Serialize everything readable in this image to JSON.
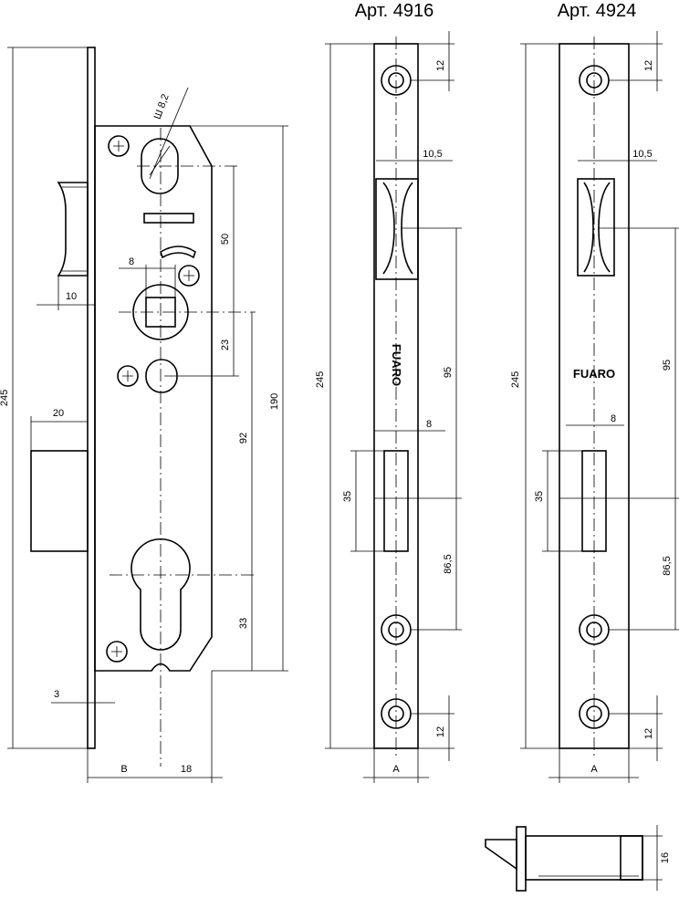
{
  "titles": {
    "art_4916": "Арт. 4916",
    "art_4924": "Арт. 4924"
  },
  "brand": "FUARO",
  "dimensions": {
    "total_height": "245",
    "strike_height": "190",
    "to_spindle": "50",
    "spindle_offset": "23",
    "cylinder_center": "92",
    "cylinder_bottom": "33",
    "latch_depth": "10",
    "bolt_width": "20",
    "faceplate_thickness": "3",
    "backset": "B",
    "center_offset": "18",
    "spindle_square": "8",
    "slot_diameter": "Ш 8,2",
    "hole_top": "12",
    "latch_window_width": "10,5",
    "window_width": "8",
    "window_height": "35",
    "latch_to_bolt": "95",
    "bolt_to_hole": "86,5",
    "hole_bottom": "12",
    "plate_width": "A",
    "side_height": "16"
  }
}
